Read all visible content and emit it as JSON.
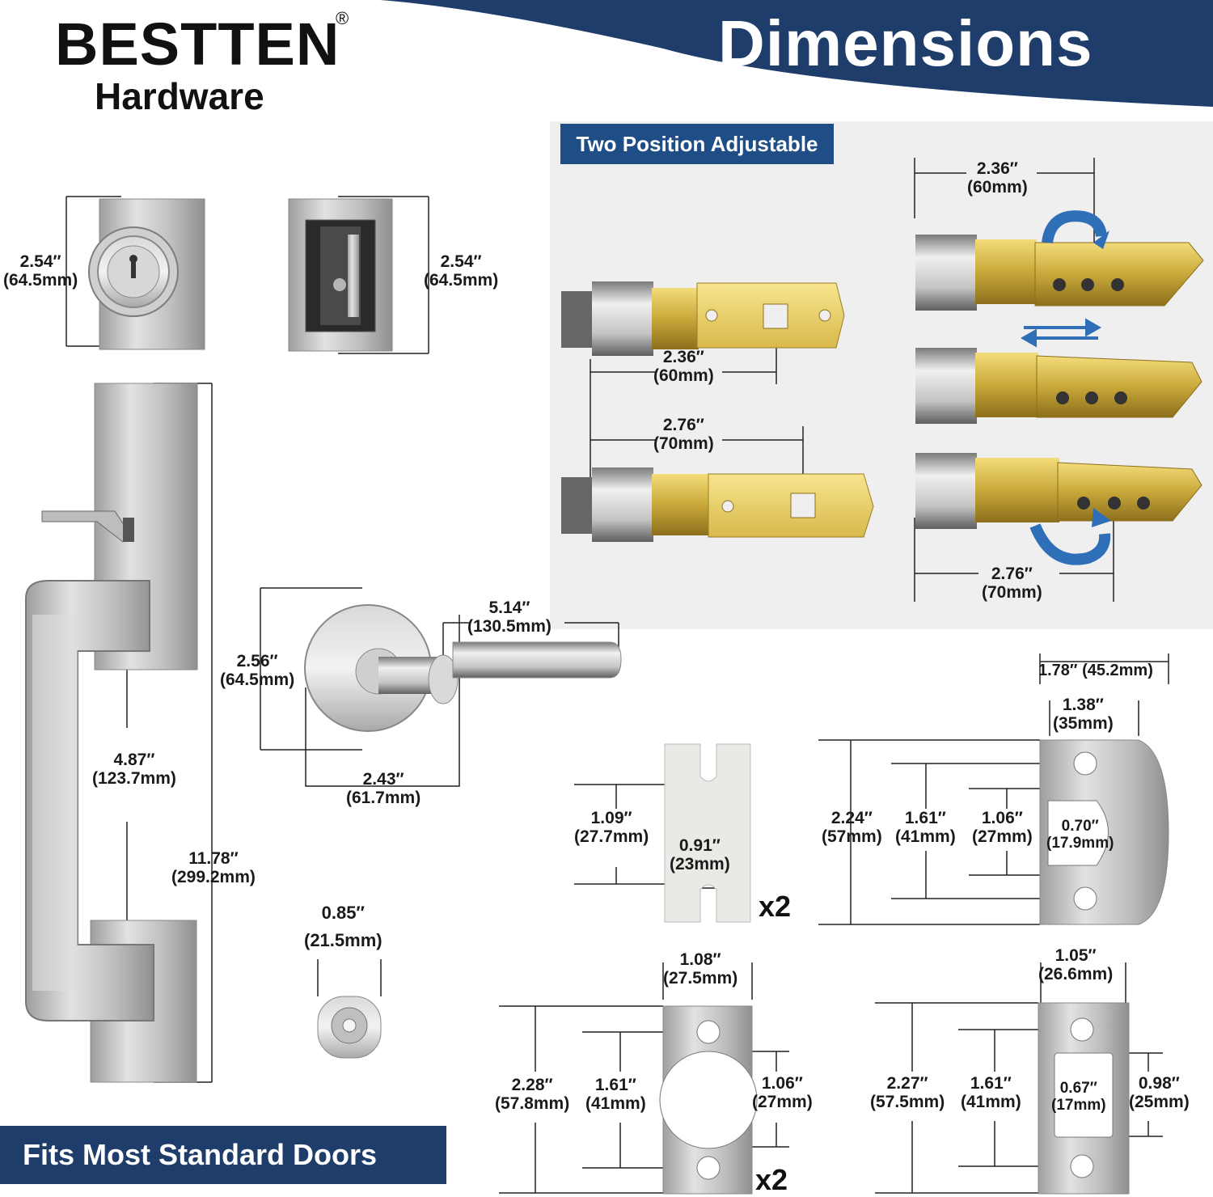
{
  "brand": {
    "name": "BESTTEN",
    "reg": "®",
    "sub": "Hardware"
  },
  "title": "Dimensions",
  "badge": "Two Position Adjustable",
  "footer": "Fits Most Standard Doors",
  "multiplier": "x2",
  "colors": {
    "navy": "#1f3d6a",
    "badge_blue": "#1f4e86",
    "brass": "#c9a93a",
    "satin_nickel": "#c9c9c9",
    "arrow_blue": "#2f6fb7"
  },
  "dims": {
    "deadbolt_ext": [
      "2.54″",
      "(64.5mm)"
    ],
    "deadbolt_int": [
      "2.54″",
      "(64.5mm)"
    ],
    "latch_short": [
      "2.36″",
      "(60mm)"
    ],
    "latch_long": [
      "2.76″",
      "(70mm)"
    ],
    "latch_right_top": [
      "2.36″",
      "(60mm)"
    ],
    "latch_right_bottom": [
      "2.76″",
      "(70mm)"
    ],
    "lever_length": [
      "5.14″",
      "(130.5mm)"
    ],
    "rose_height": [
      "2.56″",
      "(64.5mm)"
    ],
    "rose_width": [
      "2.43″",
      "(61.7mm)"
    ],
    "grip_span": [
      "4.87″",
      "(123.7mm)"
    ],
    "handle_height": [
      "11.78″",
      "(299.2mm)"
    ],
    "bolt_cap": [
      "0.85″",
      "(21.5mm)"
    ],
    "shim_height": [
      "1.09″",
      "(27.7mm)"
    ],
    "shim_width": [
      "0.91″",
      "(23mm)"
    ],
    "faceplate_outer": "1.78″ (45.2mm)",
    "faceplate_inner": [
      "1.38″",
      "(35mm)"
    ],
    "faceplate_h1": [
      "2.24″",
      "(57mm)"
    ],
    "faceplate_h2": [
      "1.61″",
      "(41mm)"
    ],
    "faceplate_h3": [
      "1.06″",
      "(27mm)"
    ],
    "faceplate_hole": [
      "0.70″",
      "(17.9mm)"
    ],
    "strike_round_w": [
      "1.08″",
      "(27.5mm)"
    ],
    "strike_round_h1": [
      "2.28″",
      "(57.8mm)"
    ],
    "strike_round_h2": [
      "1.61″",
      "(41mm)"
    ],
    "strike_round_h3": [
      "1.06″",
      "(27mm)"
    ],
    "strike_sq_w": [
      "1.05″",
      "(26.6mm)"
    ],
    "strike_sq_h1": [
      "2.27″",
      "(57.5mm)"
    ],
    "strike_sq_h2": [
      "1.61″",
      "(41mm)"
    ],
    "strike_sq_hole_w": [
      "0.67″",
      "(17mm)"
    ],
    "strike_sq_hole_h": [
      "0.98″",
      "(25mm)"
    ]
  }
}
